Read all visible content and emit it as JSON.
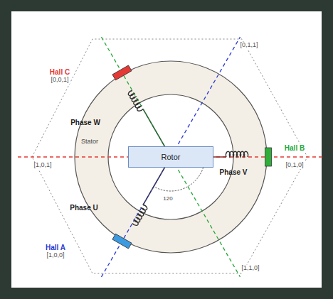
{
  "diagram": {
    "nodes": [
      {
        "text": [
          "Rotor"
        ]
      }
    ],
    "labels": [
      "Hall C",
      "[0,0,1]",
      "[0,1,1]",
      "Stator",
      "Phase W",
      "Hall B",
      "[0,1,0]",
      "[1,0,1]",
      "Phase V",
      "Phase U",
      "120",
      "Hall A",
      "[1,0,0]",
      "[1,1,0]"
    ]
  }
}
